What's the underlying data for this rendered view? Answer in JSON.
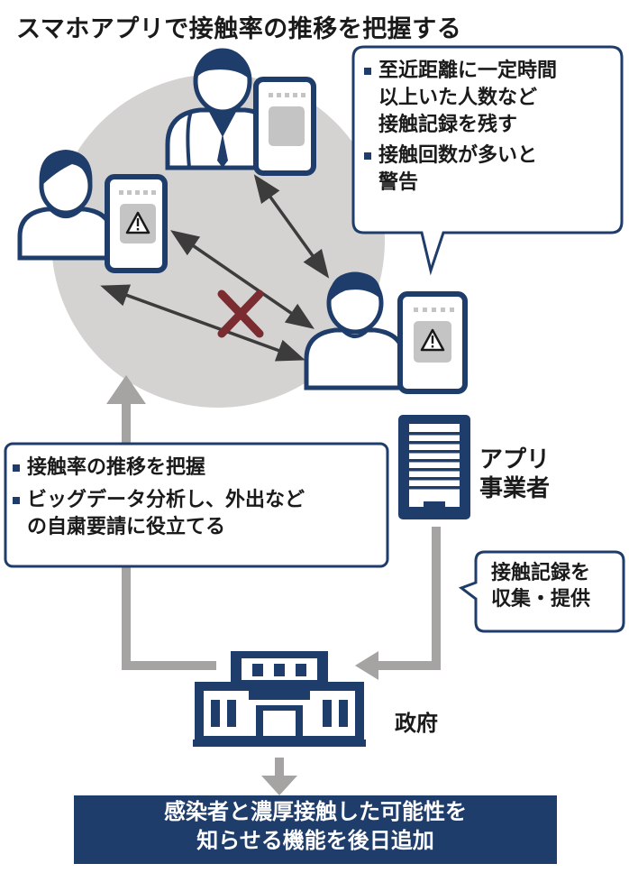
{
  "title": "スマホアプリで接触率の推移を把握する",
  "callout_app": {
    "item1": "至近距離に一定時間以上いた人数など接触記録を残す",
    "item1_line1": "至近距離に一定時間",
    "item1_line2": "以上いた人数など",
    "item1_line3": "接触記録を残す",
    "item2": "接触回数が多いと警告",
    "item2_line1": "接触回数が多いと",
    "item2_line2": "警告"
  },
  "callout_government": {
    "item1": "接触率の推移を把握",
    "item2": "ビッグデータ分析し、外出などの自粛要請に役立てる",
    "item2_line1": "ビッグデータ分析し、外出など",
    "item2_line2": "の自粛要請に役立てる"
  },
  "app_operator": {
    "label": "アプリ事業者",
    "line1": "アプリ",
    "line2": "事業者"
  },
  "callout_collect": {
    "text": "接触記録を収集・提供",
    "line1": "接触記録を",
    "line2": "収集・提供"
  },
  "government": {
    "label": "政府"
  },
  "outcome": {
    "text": "感染者と濃厚接触した可能性を知らせる機能を後日追加",
    "line1": "感染者と濃厚接触した可能性を",
    "line2": "知らせる機能を後日追加"
  },
  "colors": {
    "navy": "#1f3d6b",
    "circle_gray": "#d5d3d2",
    "arrow_gray": "#a6a4a2",
    "x_mark": "#7a2c30",
    "icon_gray": "#c4c4c4",
    "outcome_bg": "#1f3d6b"
  },
  "icons": [
    "businessman-icon",
    "woman-icon",
    "man-icon",
    "smartphone-icon",
    "warning-icon",
    "office-building-icon",
    "government-building-icon",
    "cross-mark-icon"
  ]
}
